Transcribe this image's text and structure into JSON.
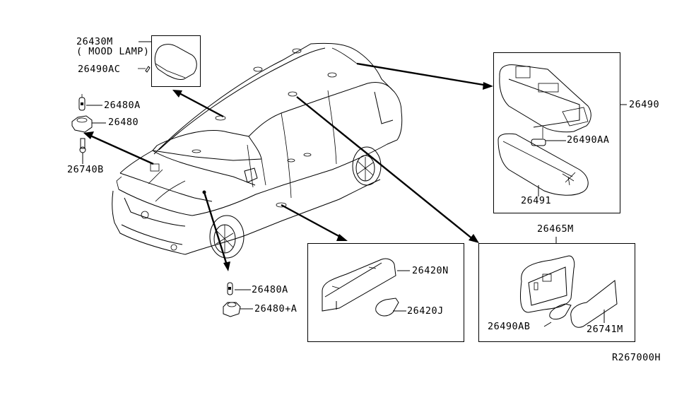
{
  "diagram": {
    "type": "parts-diagram",
    "subject": "Room lamp / interior lighting",
    "reference_code": "R267000H",
    "parts": {
      "mood_lamp": {
        "part_no": "26430M",
        "description": "( MOOD LAMP)"
      },
      "mood_lamp_bulb": {
        "part_no": "26490AC"
      },
      "lamp_bulb_front": {
        "part_no": "26480A"
      },
      "lamp_front": {
        "part_no": "26480"
      },
      "screw": {
        "part_no": "26740B"
      },
      "map_lamp_assy": {
        "part_no": "26490"
      },
      "map_lamp_bulb": {
        "part_no": "26490AA"
      },
      "map_lamp_lens": {
        "part_no": "26491"
      },
      "step_lamp_bulb": {
        "part_no": "26480A"
      },
      "step_lamp": {
        "part_no": "26480+A"
      },
      "door_lamp_housing": {
        "part_no": "26420N"
      },
      "door_lamp_bulb": {
        "part_no": "26420J"
      },
      "room_lamp_assy": {
        "part_no": "26465M"
      },
      "room_lamp_bulb": {
        "part_no": "26490AB"
      },
      "room_lamp_lens": {
        "part_no": "26741M"
      }
    }
  }
}
